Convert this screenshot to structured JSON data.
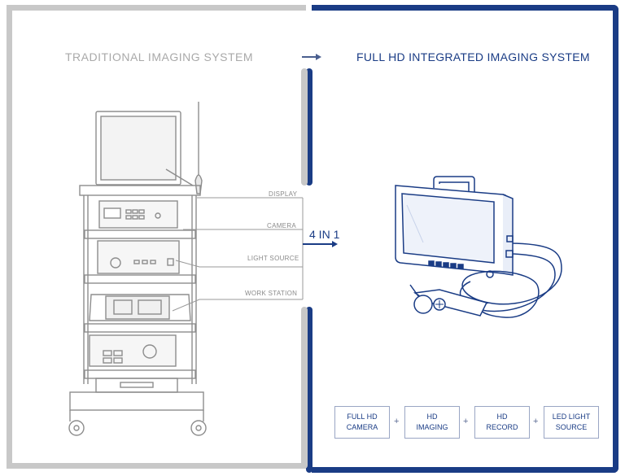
{
  "left_panel": {
    "title": "TRADITIONAL  IMAGING  SYSTEM"
  },
  "right_panel": {
    "title": "FULL HD INTEGRATED  IMAGING SYSTEM"
  },
  "callouts": [
    {
      "label": "DISPLAY"
    },
    {
      "label": "CAMERA"
    },
    {
      "label": "LIGHT SOURCE"
    },
    {
      "label": "WORK STATION"
    }
  ],
  "merge_label": "4 IN 1",
  "features": [
    {
      "line1": "FULL HD",
      "line2": "CAMERA"
    },
    {
      "line1": "HD",
      "line2": "IMAGING"
    },
    {
      "line1": "HD",
      "line2": "RECORD"
    },
    {
      "line1": "LED LIGHT",
      "line2": "SOURCE"
    }
  ],
  "plus_sign": "+",
  "colors": {
    "brand_blue": "#1a3c85",
    "muted_gray": "#c8c8c8",
    "text_gray": "#a9a9a9"
  }
}
